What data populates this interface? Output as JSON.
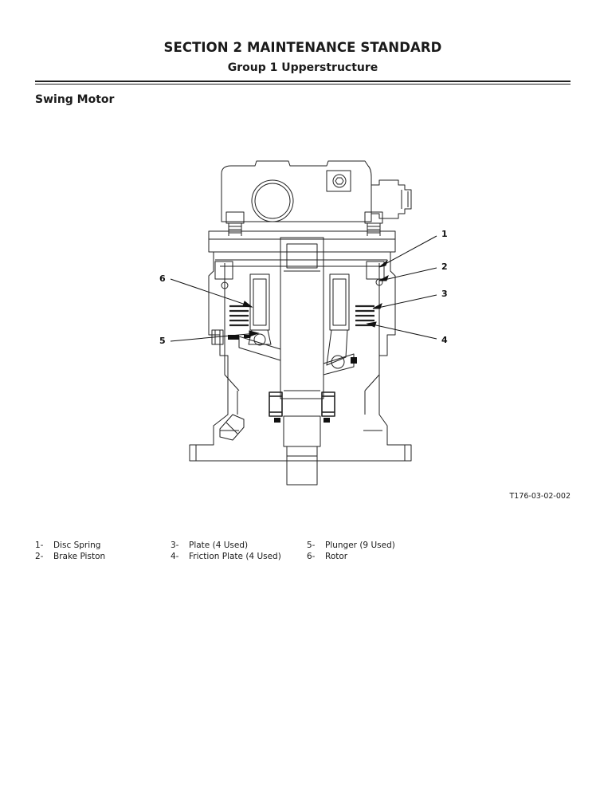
{
  "header": {
    "section_title": "SECTION 2 MAINTENANCE STANDARD",
    "group_title": "Group 1 Upperstructure"
  },
  "subsection_title": "Swing Motor",
  "figure": {
    "code": "T176-03-02-002",
    "callouts": [
      "1",
      "2",
      "3",
      "4",
      "5",
      "6"
    ]
  },
  "legend": [
    {
      "num": "1-",
      "label": "Disc Spring"
    },
    {
      "num": "2-",
      "label": "Brake Piston"
    },
    {
      "num": "3-",
      "label": "Plate (4 Used)"
    },
    {
      "num": "4-",
      "label": "Friction Plate (4 Used)"
    },
    {
      "num": "5-",
      "label": "Plunger (9 Used)"
    },
    {
      "num": "6-",
      "label": "Rotor"
    }
  ]
}
